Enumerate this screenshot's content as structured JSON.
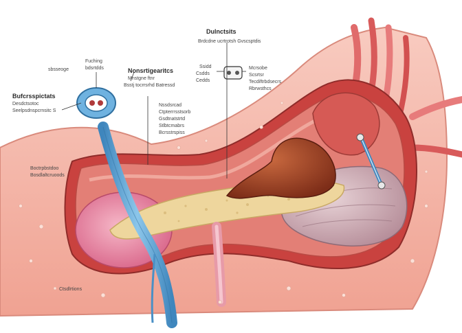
{
  "labels": {
    "top_title": "Dulnctsits",
    "top_sub": "Brdcdne ucrtrotsh Gvscsptdis",
    "left_a": "sbsseoge",
    "left_b1": "Fuching",
    "left_b2": "bdsrtdds",
    "left_c1": "Nonsrtigearitcs",
    "left_c2": "Mnstgne ftnr",
    "left_c3": "Bsstj tocrrsrhd Batressd",
    "left_d1": "Bufcrsspictats",
    "left_d2": "Desdctsotoc",
    "left_d3": "Seelpsdnspcrnsitc S",
    "mid_1": "Nssdsrcad",
    "mid_2": "Ctpterrrsstsorb",
    "mid_3": "Gsdtnatstrtd",
    "mid_4": "Stlbtcmabrs",
    "mid_5": "Bcrsstrspiss",
    "right_a": "Ssidd",
    "right_b": "Csdds",
    "right_c": "Cedds",
    "right_d1": "Mcrsobe",
    "right_d2": "Scsrtsr",
    "right_d3": "Tecdiftrbdsecrs",
    "right_d4": "Rbrwsthcs",
    "side_1": "Boctrpbstdoo",
    "side_2": "Bosdlaltcruoods",
    "bottom": "Ctsdlrtions"
  },
  "colors": {
    "wall": "#f2a99b",
    "wall_light": "#f8c8bc",
    "inner": "#d9534f",
    "cavity": "#e8837a",
    "tube": "#5aa7d8",
    "tube_dark": "#2f6f9f",
    "tan": "#e9cf93",
    "mass": "#a8472a",
    "purple": "#c9a3ad",
    "pink": "#e98aa3"
  }
}
